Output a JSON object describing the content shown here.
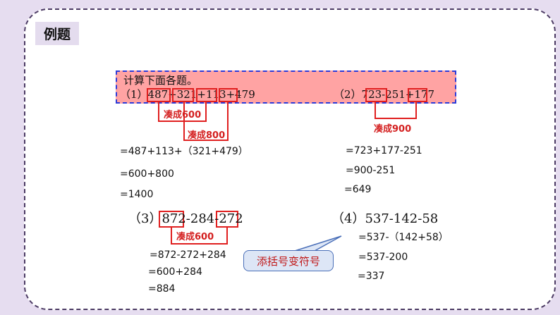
{
  "tag": "例题",
  "instruction": "计算下面各题。",
  "problem1": "（1）487+321+113+479",
  "problem2": "（2）723-251+177",
  "label1a": "凑成600",
  "label1b": "凑成800",
  "label2": "凑成900",
  "solution1": [
    "=487+113+（321+479）",
    "=600+800",
    "=1400"
  ],
  "solution2": [
    "=723+177-251",
    "=900-251",
    "=649"
  ],
  "problem3": "（3）872-284-272",
  "label3": "凑成600",
  "solution3": [
    "=872-272+284",
    "=600+284",
    "=884"
  ],
  "problem4": "（4）537-142-58",
  "solution4": [
    "=537-（142+58）",
    "=537-200",
    "=337"
  ],
  "callout": "添括号变符号"
}
